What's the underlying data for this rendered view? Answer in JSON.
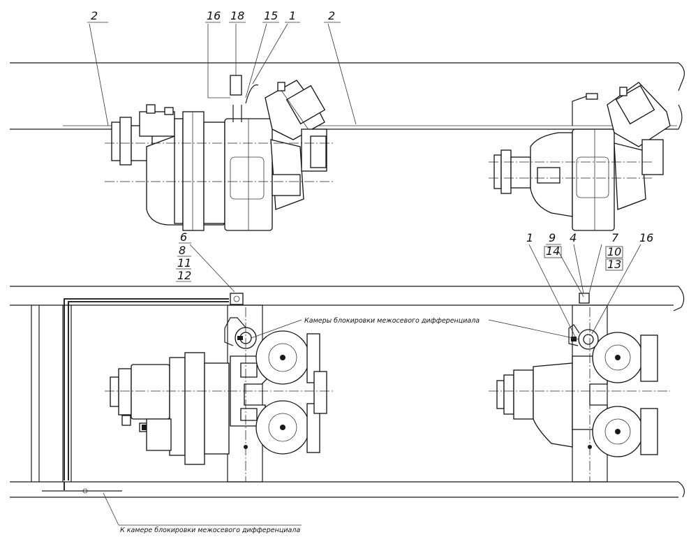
{
  "callouts": {
    "top_left_2": "2",
    "top_16": "16",
    "top_18": "18",
    "top_15": "15",
    "top_1": "1",
    "top_right_2": "2",
    "mid_6": "6",
    "mid_8": "8",
    "mid_11": "11",
    "mid_12": "12",
    "right_1": "1",
    "right_9": "9",
    "right_14": "14",
    "right_4": "4",
    "right_7": "7",
    "right_10": "10",
    "right_13": "13",
    "right_16": "16"
  },
  "captions": {
    "lock_chambers": "Камеры блокировки межосевого дифференциала",
    "to_lock_chamber": "К камере блокировки межосевого дифференциала"
  }
}
